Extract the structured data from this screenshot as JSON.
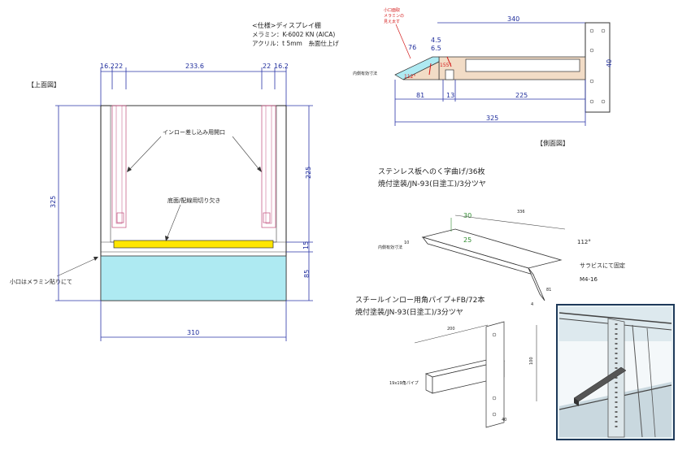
{
  "spec": {
    "heading": "<仕様>ディスプレイ棚",
    "line1": "メラミン：K-6002 KN (AICA)",
    "line2": "アクリル：t 5mm　糸面仕上げ"
  },
  "top_view": {
    "title": "【上面図】",
    "dims_top": [
      "16.2",
      "22",
      "233.6",
      "22",
      "16.2"
    ],
    "dim_right_225": "225",
    "dim_right_15": "15",
    "dim_right_85": "85",
    "dim_left_325": "325",
    "dim_bottom_310": "310",
    "label_inlo": "インロー差し込み用開口",
    "label_notch": "底面/配線用切り欠き",
    "label_edge": "小口はメラミン貼りにて"
  },
  "side_view": {
    "title": "【側面図】",
    "red_note": [
      "小口面取",
      "メラミンの",
      "見え太す"
    ],
    "dims": [
      "340",
      "76",
      "4.5",
      "6.5",
      "81",
      "13",
      "225",
      "325",
      "40"
    ],
    "angles": [
      "112°",
      "155°"
    ],
    "small_labels": [
      "内側有効寸法"
    ]
  },
  "bracket": {
    "title1": "ステンレス板へのく字曲げ/36枚",
    "title2": "焼付塗装/JN-93(日塗工)/3分ツヤ",
    "dim_30": "30",
    "dim_25": "25",
    "dim_336": "336",
    "dim_81": "81",
    "angle": "112°",
    "note": "サラビスにて固定",
    "screw": "M4-16",
    "small_labels": [
      "内側有効寸法",
      "10",
      "4"
    ]
  },
  "inlo": {
    "title1": "スチールインロー用角パイプ+FB/72本",
    "title2": "焼付塗装/JN-93(日塗工)/3分ツヤ",
    "dim_200": "200",
    "dim_100": "100",
    "dim_40": "40",
    "pipe_label": "19x19角パイプ"
  },
  "colors": {
    "dim_blue": "#2a35a8",
    "cyan_fill": "#aeeaf2",
    "yellow_fill": "#ffe600",
    "wood_fill": "#f2dcc6",
    "red": "#d41a1a",
    "green": "#2e8b2e"
  }
}
